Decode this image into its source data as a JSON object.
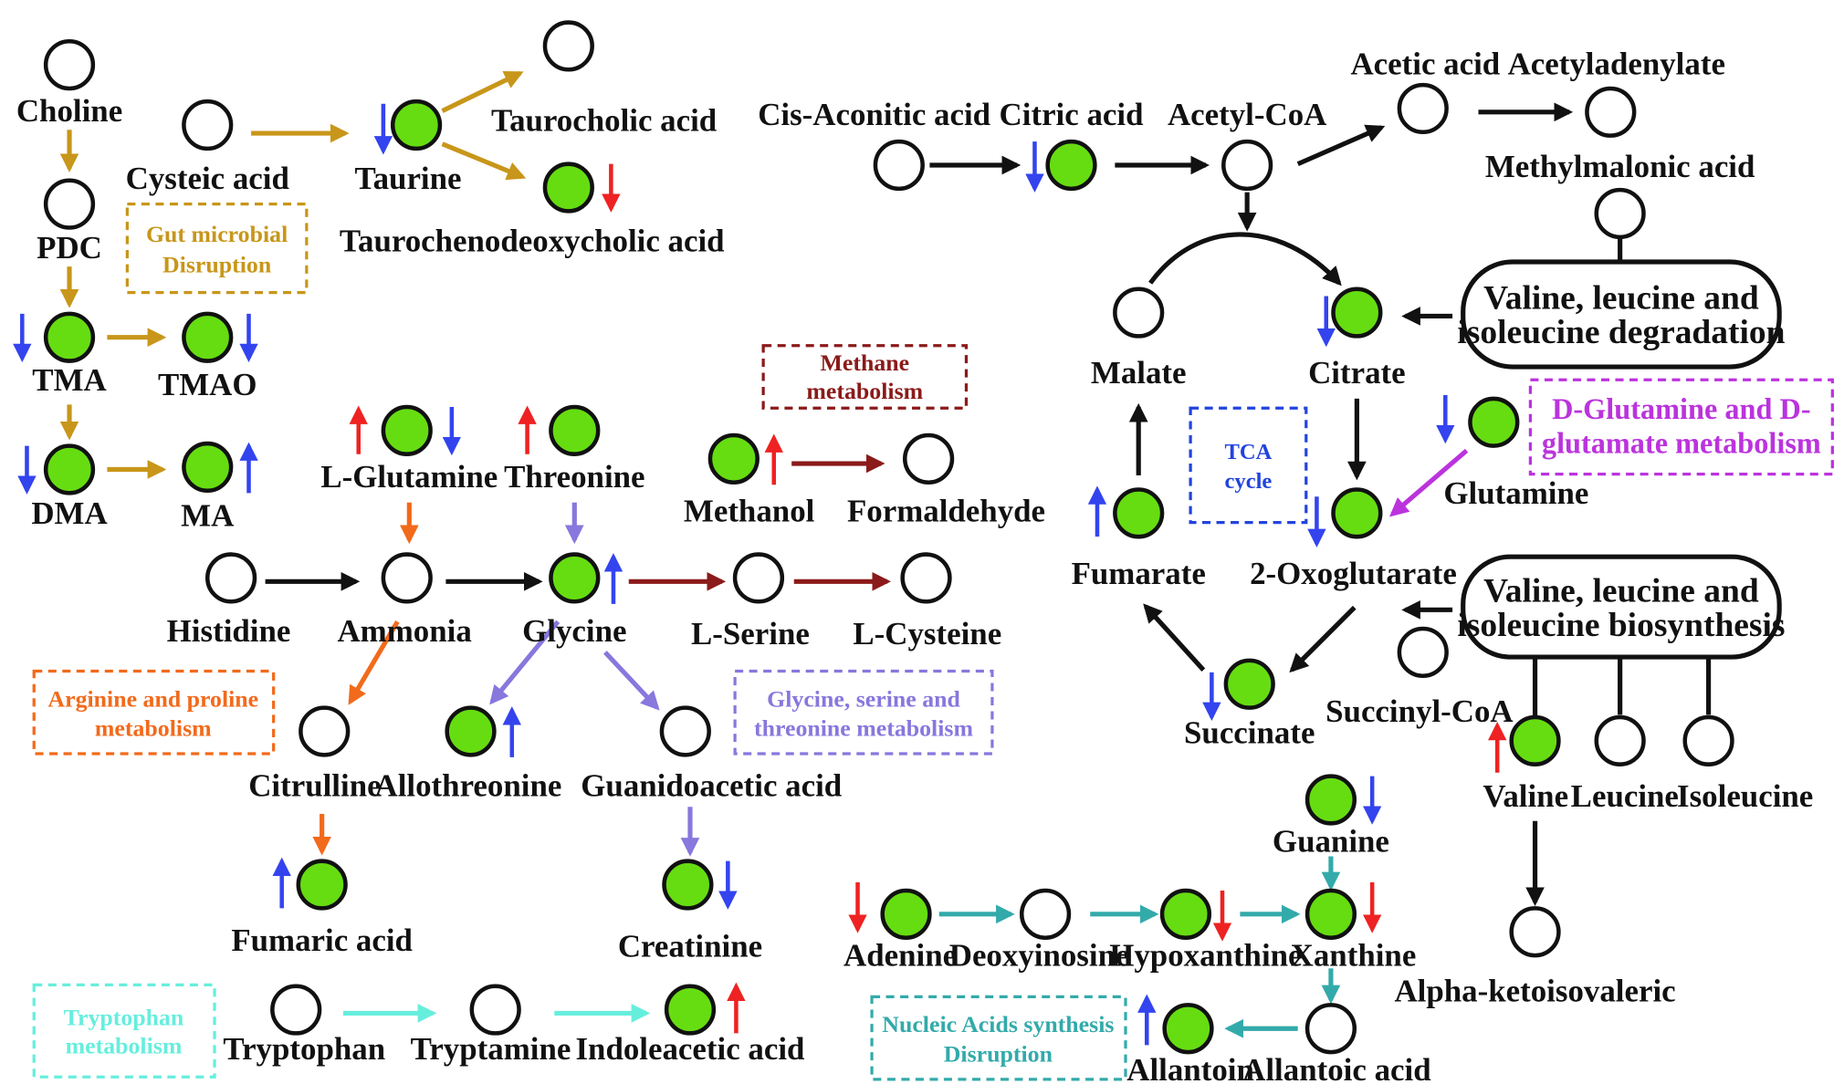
{
  "colors": {
    "green_fill": "#66dd11",
    "up_marker": "#3344ee",
    "down_marker_blue": "#3344ee",
    "red_marker": "#ee2222",
    "gut": "#c8961a",
    "tca_black": "#111111",
    "methane": "#8b1a1a",
    "arginine": "#f26a1b",
    "glycine": "#8877dd",
    "dglutamine": "#bb33dd",
    "tca_box": "#2244dd",
    "tryptophan": "#66eedd",
    "nucleic": "#33aaaa"
  },
  "metabolites": {
    "choline": "Choline",
    "pdc": "PDC",
    "tma": "TMA",
    "tmao": "TMAO",
    "dma": "DMA",
    "ma": "MA",
    "cysteic_acid": "Cysteic acid",
    "taurine": "Taurine",
    "taurocholic_acid": "Taurocholic acid",
    "taurochenodeoxycholic_acid": "Taurochenodeoxycholic acid",
    "l_glutamine": "L-Glutamine",
    "threonine": "Threonine",
    "methanol": "Methanol",
    "formaldehyde": "Formaldehyde",
    "histidine": "Histidine",
    "ammonia": "Ammonia",
    "glycine": "Glycine",
    "l_serine": "L-Serine",
    "l_cysteine": "L-Cysteine",
    "citrulline": "Citrulline",
    "allothreonine": "Allothreonine",
    "guanidoacetic_acid": "Guanidoacetic acid",
    "fumaric_acid": "Fumaric acid",
    "creatinine": "Creatinine",
    "tryptophan": "Tryptophan",
    "tryptamine": "Tryptamine",
    "indoleacetic_acid": "Indoleacetic acid",
    "cis_aconitic_acid": "Cis-Aconitic acid",
    "citric_acid": "Citric acid",
    "acetyl_coa": "Acetyl-CoA",
    "acetic_acid": "Acetic acid",
    "acetyladenylate": "Acetyladenylate",
    "methylmalonic_acid": "Methylmalonic acid",
    "malate": "Malate",
    "citrate": "Citrate",
    "fumarate": "Fumarate",
    "oxoglutarate": "2-Oxoglutarate",
    "glutamine": "Glutamine",
    "succinate": "Succinate",
    "succinyl_coa": "Succinyl-CoA",
    "valine": "Valine",
    "leucine": "Leucine",
    "isoleucine": "Isoleucine",
    "alpha_ketoisovaleric": "Alpha-ketoisovaleric",
    "guanine": "Guanine",
    "adenine": "Adenine",
    "deoxyinosine": "Deoxyinosine",
    "hypoxanthine": "Hypoxanthine",
    "xanthine": "Xanthine",
    "allantoin": "Allantoin",
    "allantoic_acid": "Allantoic acid"
  },
  "pathways": {
    "gut_line1": "Gut microbial",
    "gut_line2": "Disruption",
    "methane_line1": "Methane",
    "methane_line2": "metabolism",
    "arginine_line1": "Arginine and proline",
    "arginine_line2": "metabolism",
    "glycine_line1": "Glycine, serine and",
    "glycine_line2": "threonine metabolism",
    "tryptophan_line1": "Tryptophan",
    "tryptophan_line2": "metabolism",
    "nucleic_line1": "Nucleic Acids synthesis",
    "nucleic_line2": "Disruption",
    "tca_line1": "TCA",
    "tca_line2": "cycle",
    "dglutamine_line1": "D-Glutamine and D-",
    "dglutamine_line2": "glutamate metabolism",
    "vli_degradation_line1": "Valine, leucine and",
    "vli_degradation_line2": "isoleucine degradation",
    "vli_biosynthesis_line1": "Valine, leucine and",
    "vli_biosynthesis_line2": "isoleucine biosynthesis"
  }
}
